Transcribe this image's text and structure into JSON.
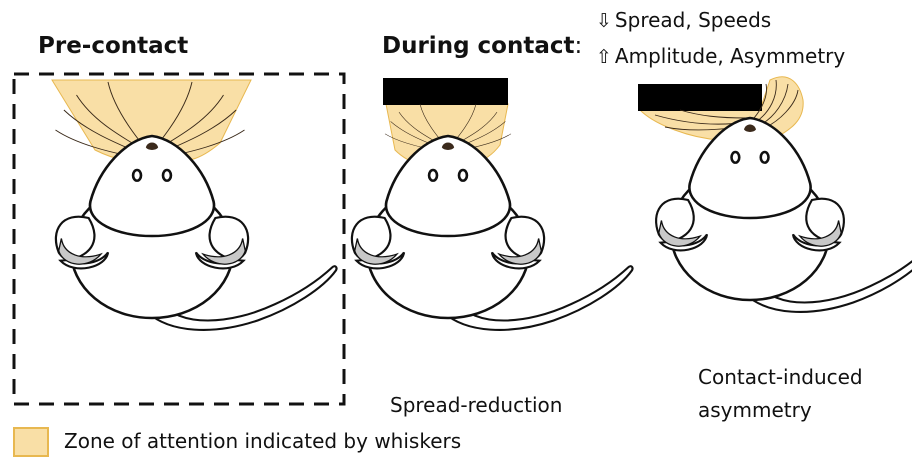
{
  "panels": {
    "pre": {
      "title": "Pre-contact"
    },
    "during": {
      "title": "During contact",
      "title_suffix": ":",
      "decrease_symbol": "⇩",
      "decrease_text": "Spread, Speeds",
      "increase_symbol": "⇧",
      "increase_text": "Amplitude, Asymmetry",
      "caption_spread": "Spread-reduction",
      "caption_asym_line1": "Contact-induced",
      "caption_asym_line2": "asymmetry"
    }
  },
  "legend": {
    "text": "Zone of attention indicated by whiskers"
  },
  "colors": {
    "zone_fill": "#f9dfa6",
    "zone_stroke": "#e8b850",
    "mouse_fill": "#ffffff",
    "ear_fill": "#c8c8c8",
    "outline": "#111111",
    "nose": "#3b2a1c",
    "object": "#000000"
  }
}
